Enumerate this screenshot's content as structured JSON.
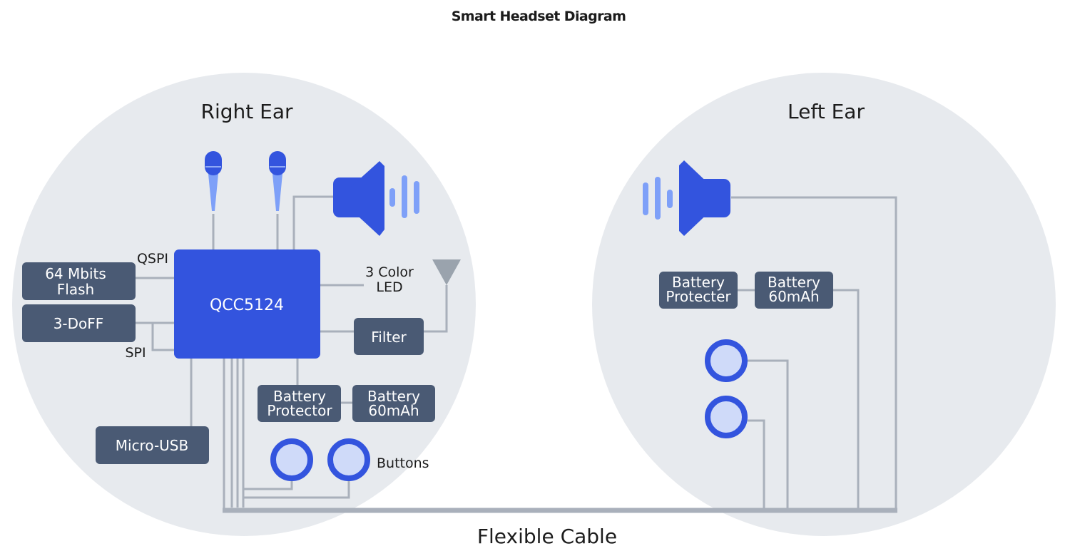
{
  "title": "Smart Headset Diagram",
  "colors": {
    "ear_bg": "#e7eaee",
    "chip": "#3354de",
    "box": "#4a5a74",
    "wire": "#a9b0bb",
    "light_blue": "#7ea0f8",
    "button_fill": "#cfdaf9",
    "antenna": "#9aa3ad",
    "text": "#1c1c1c"
  },
  "right_ear": {
    "label": "Right Ear",
    "chip": "QCC5124",
    "flash": [
      "64 Mbits",
      "Flash"
    ],
    "imu": "3-DoFF",
    "qspi": "QSPI",
    "spi": "SPI",
    "led": [
      "3 Color",
      "LED"
    ],
    "filter": "Filter",
    "battery_protector": [
      "Battery",
      "Protector"
    ],
    "battery": [
      "Battery",
      "60mAh"
    ],
    "usb": "Micro-USB",
    "buttons": "Buttons",
    "icons": [
      "microphone-icon",
      "microphone-icon",
      "speaker-icon",
      "antenna-icon",
      "button-icon",
      "button-icon"
    ]
  },
  "left_ear": {
    "label": "Left Ear",
    "battery_protector": [
      "Battery",
      "Protecter"
    ],
    "battery": [
      "Battery",
      "60mAh"
    ],
    "icons": [
      "speaker-icon",
      "button-icon",
      "button-icon"
    ]
  },
  "cable_label": "Flexible Cable"
}
